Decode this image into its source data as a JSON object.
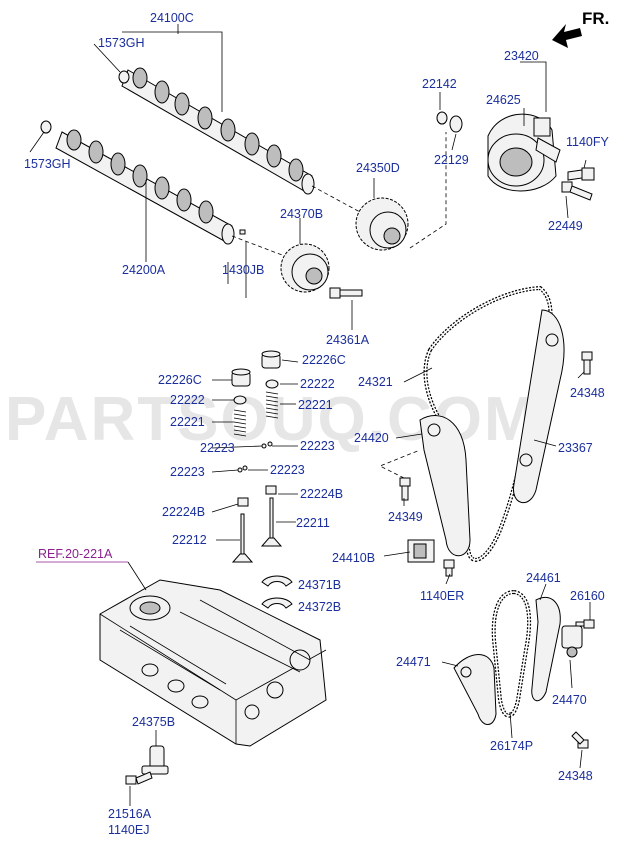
{
  "header": {
    "direction_label": "FR."
  },
  "watermark": {
    "text": "PARTSOUQ.COM"
  },
  "reference": {
    "text": "REF.20-221A"
  },
  "part_labels": [
    "24100C",
    "1573GH",
    "1573GH",
    "24200A",
    "1430JB",
    "24370B",
    "24361A",
    "24350D",
    "22142",
    "22129",
    "23420",
    "24625",
    "1140FY",
    "22449",
    "24321",
    "24348",
    "24420",
    "23367",
    "24349",
    "24410B",
    "1140ER",
    "22226C",
    "22226C",
    "22222",
    "22222",
    "22221",
    "22221",
    "22223",
    "22223",
    "22223",
    "22223",
    "22224B",
    "22224B",
    "22211",
    "22212",
    "24371B",
    "24372B",
    "24461",
    "26160",
    "24471",
    "24470",
    "26174P",
    "24348",
    "24375B",
    "21516A",
    "1140EJ"
  ]
}
